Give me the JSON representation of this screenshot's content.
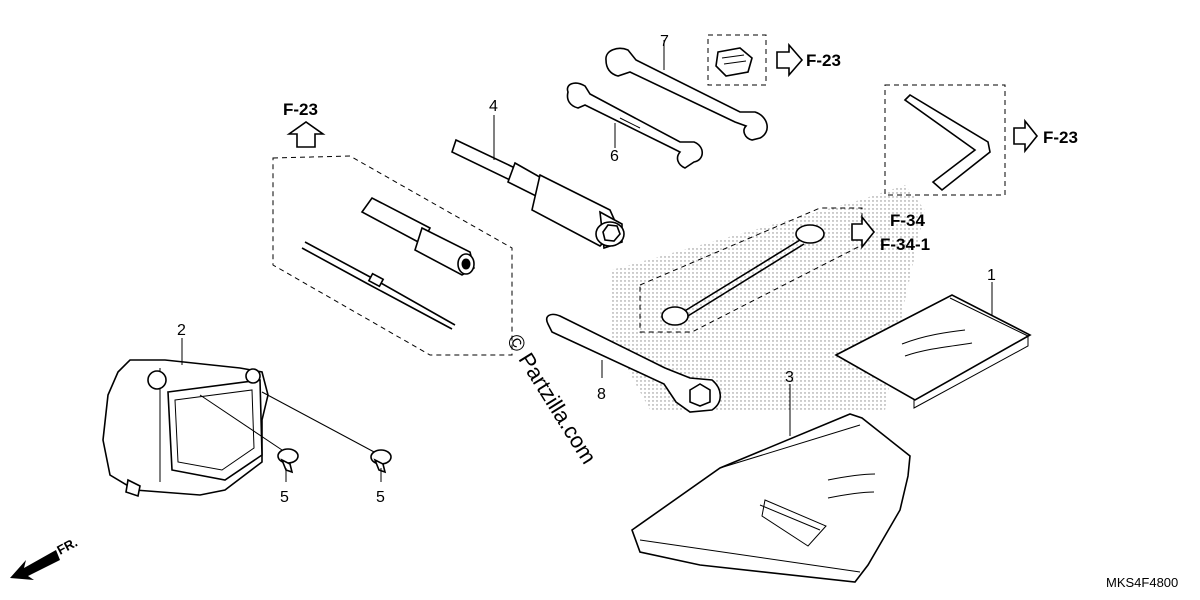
{
  "references": {
    "f23_left": "F-23",
    "f23_top": "F-23",
    "f23_right": "F-23",
    "f34": "F-34",
    "f34_1": "F-34-1"
  },
  "callouts": {
    "part1": "1",
    "part2": "2",
    "part3": "3",
    "part4": "4",
    "part5a": "5",
    "part5b": "5",
    "part6": "6",
    "part7": "7",
    "part8": "8"
  },
  "watermark": "© Partzilla.com",
  "diagram_code": "MKS4F4800",
  "direction_label": "FR."
}
